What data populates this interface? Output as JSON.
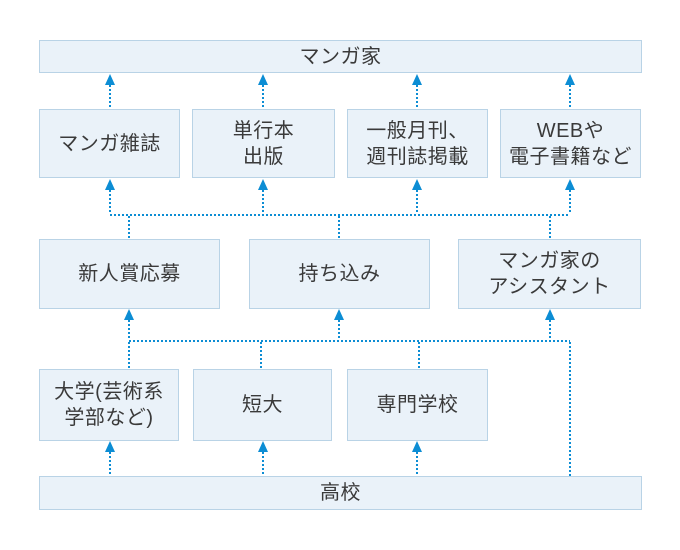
{
  "diagram": {
    "description": "マンガ家になるまでの進路フローチャート",
    "colors": {
      "accent": "#0C8DD4",
      "box_fill": "#EAF2F9",
      "box_border": "#B9D3E6",
      "text": "#3A3A3A",
      "background": "#FFFFFF"
    },
    "nodes": {
      "mangaka": {
        "label": "マンガ家"
      },
      "manga_zasshi": {
        "label": "マンガ雑誌"
      },
      "tankobon": {
        "label": "単行本\n出版"
      },
      "ippan_gekkan": {
        "label": "一般月刊、\n週刊誌掲載"
      },
      "web_denshi": {
        "label": "WEBや\n電子書籍など"
      },
      "shinjinsho": {
        "label": "新人賞応募"
      },
      "mochikomi": {
        "label": "持ち込み"
      },
      "assistant": {
        "label": "マンガ家の\nアシスタント"
      },
      "daigaku": {
        "label": "大学(芸術系\n学部など)"
      },
      "tandai": {
        "label": "短大"
      },
      "senmon": {
        "label": "専門学校"
      },
      "koko": {
        "label": "高校"
      }
    },
    "edges": [
      {
        "type": "direct",
        "from": [
          "koko"
        ],
        "to": [
          "daigaku",
          "tandai",
          "senmon"
        ]
      },
      {
        "type": "bus",
        "from": [
          "daigaku",
          "tandai",
          "senmon",
          "koko"
        ],
        "to": [
          "shinjinsho",
          "mochikomi",
          "assistant"
        ]
      },
      {
        "type": "bus",
        "from": [
          "shinjinsho",
          "mochikomi",
          "assistant"
        ],
        "to": [
          "manga_zasshi",
          "tankobon",
          "ippan_gekkan",
          "web_denshi"
        ]
      },
      {
        "type": "direct",
        "from": [
          "manga_zasshi",
          "tankobon",
          "ippan_gekkan",
          "web_denshi"
        ],
        "to": [
          "mangaka"
        ]
      }
    ]
  }
}
